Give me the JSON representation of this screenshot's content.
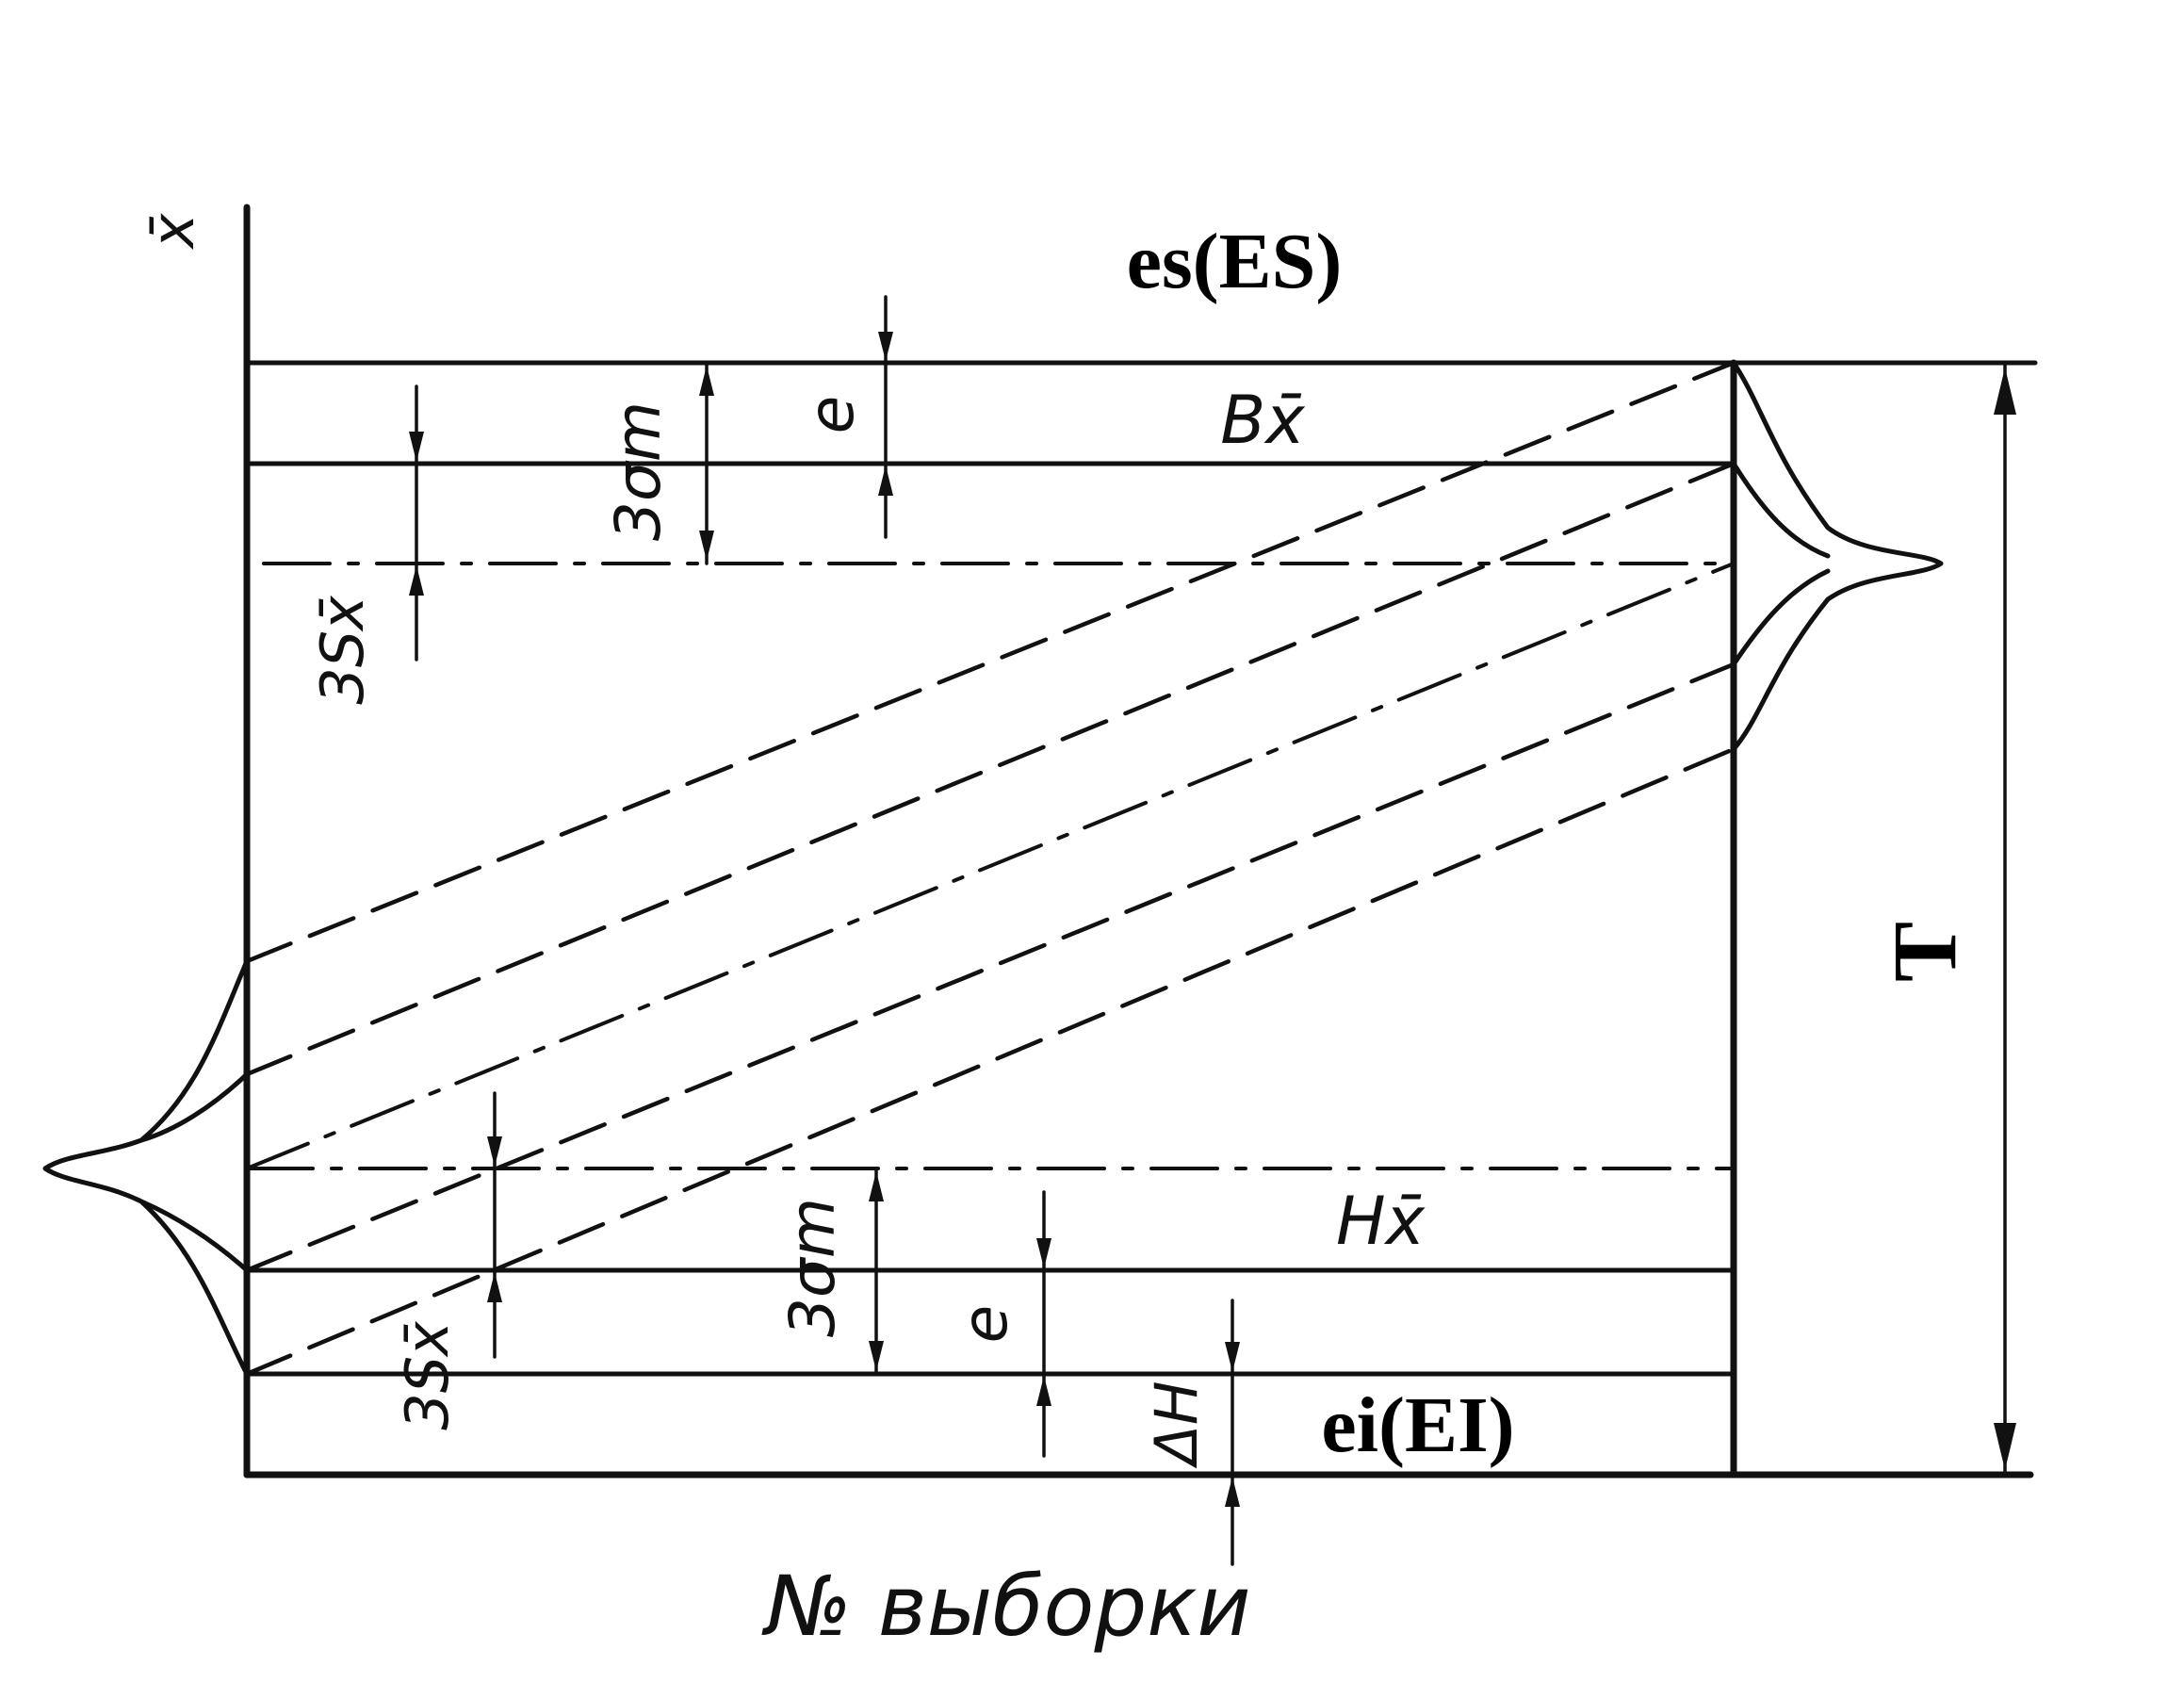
{
  "labels": {
    "axis_y": "x̄",
    "upper": "es(ES)",
    "lower": "ei(EI)",
    "tolerance": "T",
    "x_axis": "№ выборки",
    "upper_control": "Вx̄",
    "lower_control": "Нx̄",
    "three_sigma_top": "3σm",
    "three_sigma_bottom": "3σm",
    "e_top": "e",
    "e_bottom": "e",
    "three_s_top": "3Sx̄",
    "three_s_bottom": "3Sx̄",
    "delta_h": "ΔH"
  }
}
